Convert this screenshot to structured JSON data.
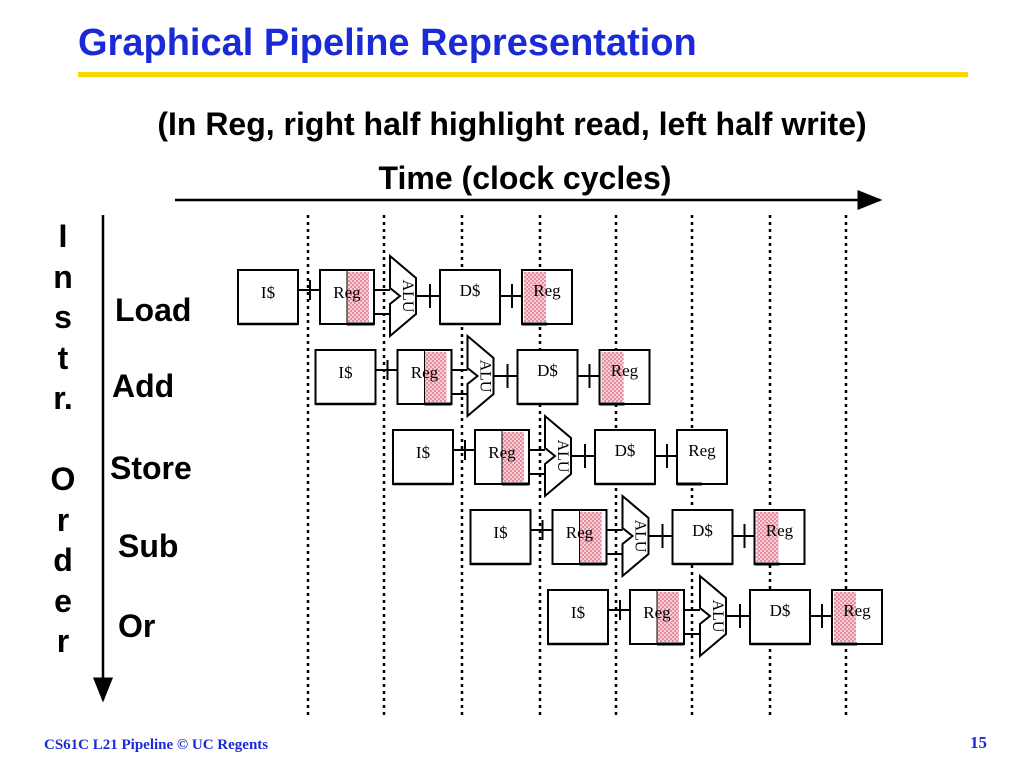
{
  "slide": {
    "title": "Graphical Pipeline Representation",
    "subtitle": "(In Reg, right half highlight read, left half write)",
    "time_label": "Time (clock cycles)",
    "order_label_lines": [
      "I",
      "n",
      "s",
      "t",
      "r.",
      "",
      "O",
      "r",
      "d",
      "e",
      "r"
    ],
    "footer": "CS61C L21 Pipeline © UC Regents",
    "page_number": "15"
  },
  "stage_labels": {
    "imem": "I$",
    "reg": "Reg",
    "alu": "ALU",
    "dmem": "D$"
  },
  "instructions": [
    {
      "name": "Load",
      "reg_read": true,
      "reg_write": true
    },
    {
      "name": "Add",
      "reg_read": true,
      "reg_write": true
    },
    {
      "name": "Store",
      "reg_read": true,
      "reg_write": false
    },
    {
      "name": "Sub",
      "reg_read": true,
      "reg_write": true
    },
    {
      "name": "Or",
      "reg_read": true,
      "reg_write": true
    }
  ],
  "colors": {
    "title": "#1a2bd6",
    "title_rule": "#f5d800",
    "highlight": "#f2b8c6",
    "footer": "#1a2bd6"
  }
}
